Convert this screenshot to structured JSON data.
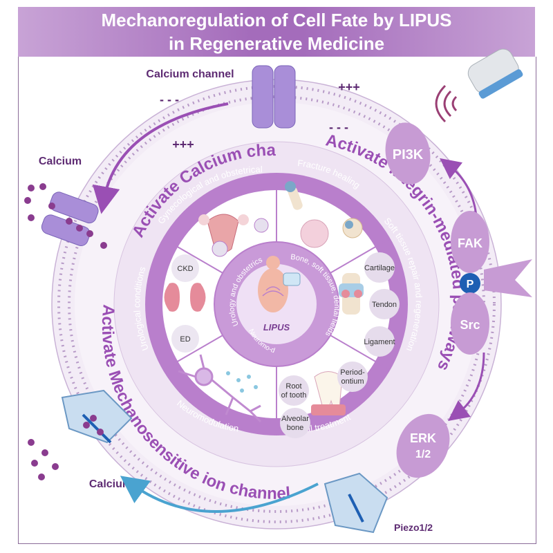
{
  "title": {
    "line1": "Mechanoregulation of Cell Fate by  LIPUS",
    "line2": "in Regenerative Medicine"
  },
  "rings": {
    "calcium": "Activate Calcium channel",
    "integrin": "Activate Integrin-mediated pathways",
    "mechano": "Activate Mechanosensitive ion channel"
  },
  "sectors": {
    "gyn": "Gynecological and obstetrical",
    "fracture": "Fracture healing",
    "soft": "Soft tissue repair and regeneration",
    "dental": "Dental treatment",
    "neuro": "Neuromodulation",
    "uro": "Urological conditions"
  },
  "inner": {
    "urology": "Urology and obstetrics",
    "bone": "Bone, soft tissue, dental fields",
    "neuro": "Neuromo-dulation",
    "center": "LIPUS"
  },
  "sector_labels": {
    "ckd": "CKD",
    "ed": "ED",
    "cartilage": "Cartilage",
    "tendon": "Tendon",
    "ligament": "Ligament",
    "periodontium": [
      "Period-",
      "ontium"
    ],
    "root": [
      "Root",
      "of tooth"
    ],
    "alveolar": [
      "Alveolar",
      "bone"
    ]
  },
  "labels": {
    "calcium_channel": "Calcium channel",
    "calcium_top": "Calcium",
    "calcium_bottom": "Calcium",
    "piezo": "Piezo1/2",
    "minus_left": "- - -",
    "plus_top": "+++",
    "plus_left": "+++",
    "minus_right": "- - -"
  },
  "pathway": {
    "pi3k": "PI3K",
    "fak": "FAK",
    "p": "P",
    "src": "Src",
    "erk": [
      "ERK",
      "1/2"
    ]
  },
  "colors": {
    "purple": "#9a4fb4",
    "header": "#a46cbb",
    "pill": "#c79bd4",
    "inner": "#b97fcc",
    "blue": "#1e5fb3",
    "arrow_blue": "#4aa3d0"
  }
}
